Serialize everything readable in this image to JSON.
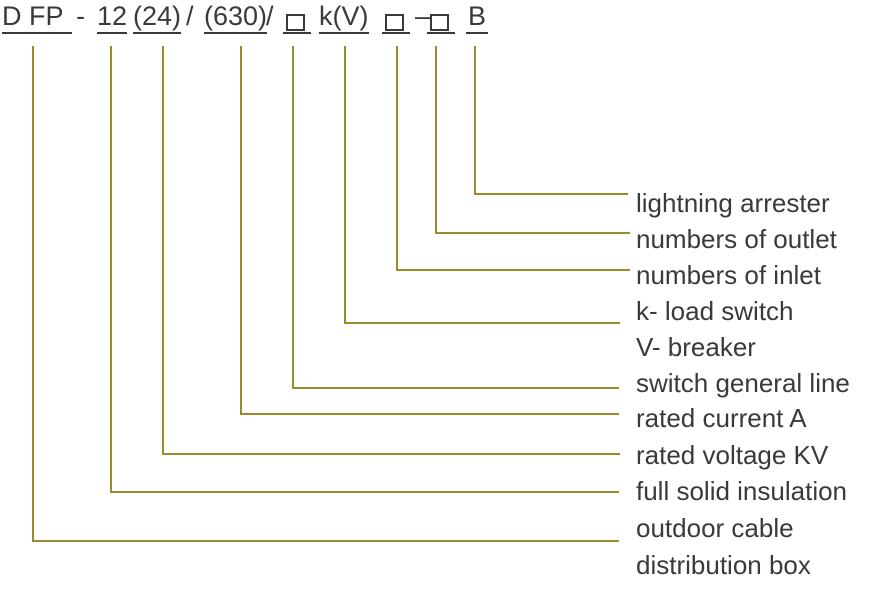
{
  "colors": {
    "text": "#3a3a3e",
    "connector_line": "#9c8b2b",
    "background": "#ffffff"
  },
  "model_code": {
    "full_text": "D FP - 12 (24) / (630) /□ k(V) □ –□ B",
    "segments": [
      {
        "text": "D FP",
        "underlined": true,
        "placeholder_box": false
      },
      {
        "text": "-",
        "underlined": false,
        "placeholder_box": false
      },
      {
        "text": "12",
        "underlined": true,
        "placeholder_box": false
      },
      {
        "text": "(24)",
        "underlined": true,
        "placeholder_box": false
      },
      {
        "text": "/",
        "underlined": false,
        "placeholder_box": false
      },
      {
        "text": "(630)",
        "underlined": true,
        "placeholder_box": false
      },
      {
        "text": "/",
        "underlined": false,
        "placeholder_box": false
      },
      {
        "text": "□",
        "underlined": true,
        "placeholder_box": true
      },
      {
        "text": "k(V)",
        "underlined": true,
        "placeholder_box": false
      },
      {
        "text": "□",
        "underlined": true,
        "placeholder_box": true
      },
      {
        "text": "–",
        "underlined": false,
        "placeholder_box": false
      },
      {
        "text": "□",
        "underlined": true,
        "placeholder_box": true
      },
      {
        "text": "B",
        "underlined": true,
        "placeholder_box": false
      }
    ]
  },
  "labels": [
    {
      "text": "lightning arrester"
    },
    {
      "text": "numbers of outlet"
    },
    {
      "text": "numbers of inlet"
    },
    {
      "text": "k- load switch"
    },
    {
      "text": "V- breaker"
    },
    {
      "text": "switch general line"
    },
    {
      "text": "rated current A"
    },
    {
      "text": "rated voltage KV"
    },
    {
      "text": "full solid insulation"
    },
    {
      "text": "outdoor cable"
    },
    {
      "text": "distribution box"
    }
  ],
  "connections": [
    {
      "code": "B",
      "label": "lightning arrester"
    },
    {
      "code": "□ (third box)",
      "label": "numbers of outlet"
    },
    {
      "code": "□ (second box)",
      "label": "numbers of inlet"
    },
    {
      "code": "k(V)",
      "label": "k- load switch / V- breaker"
    },
    {
      "code": "□ (first box)",
      "label": "switch general line"
    },
    {
      "code": "(630)",
      "label": "rated current A"
    },
    {
      "code": "(24)",
      "label": "rated voltage KV"
    },
    {
      "code": "12",
      "label": "full solid insulation"
    },
    {
      "code": "D FP",
      "label": "outdoor cable distribution box"
    }
  ]
}
